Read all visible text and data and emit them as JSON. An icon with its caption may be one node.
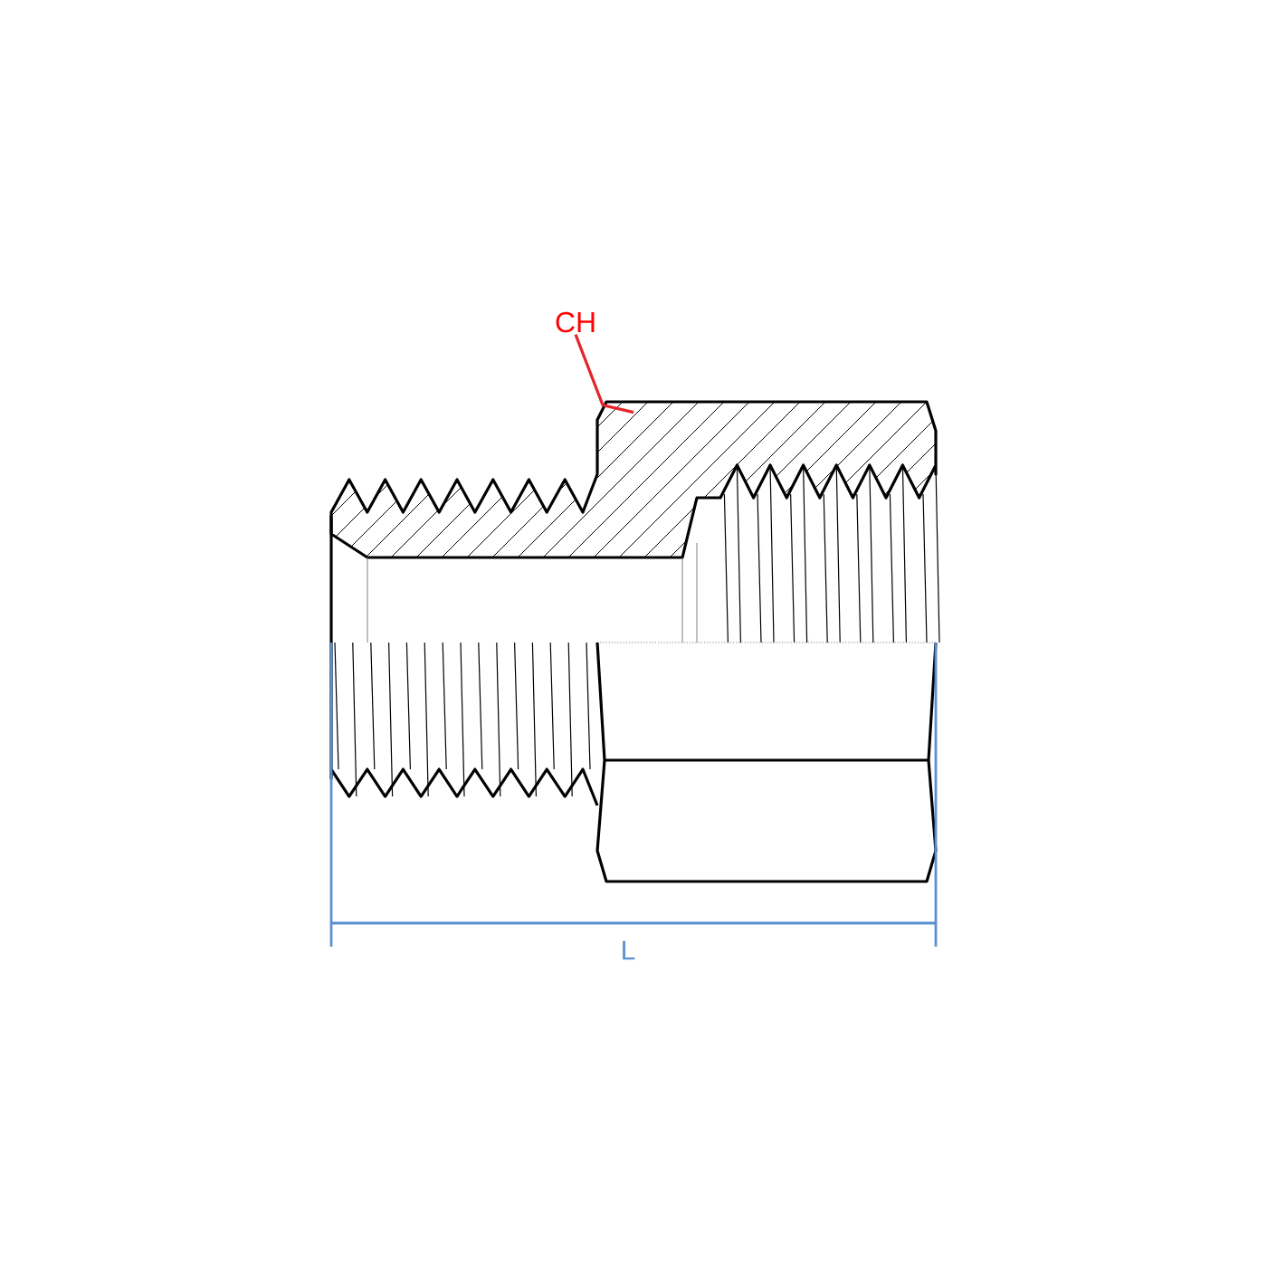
{
  "diagram": {
    "nodes": [
      {
        "text": [
          "CH"
        ]
      },
      {
        "text": [],
        "shape": "picture"
      }
    ],
    "edges": [
      {
        "from": 0,
        "to": 1,
        "arrow": "none",
        "color": "#e3262b"
      }
    ],
    "labels": [
      "L"
    ]
  }
}
